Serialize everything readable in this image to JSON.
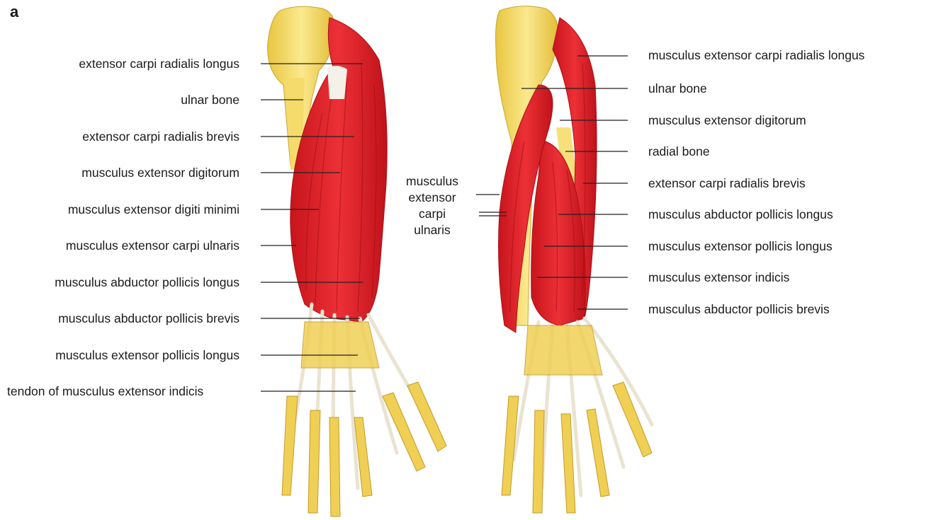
{
  "panel_letter": "a",
  "left_labels": [
    "extensor carpi radialis longus",
    "ulnar bone",
    "extensor carpi radialis brevis",
    "musculus extensor digitorum",
    "musculus extensor digiti minimi",
    "musculus extensor carpi ulnaris",
    "musculus abductor pollicis longus",
    "musculus abductor pollicis brevis",
    "musculus extensor pollicis longus",
    "tendon of musculus extensor indicis"
  ],
  "middle_label": [
    "musculus",
    "extensor",
    "carpi",
    "ulnaris"
  ],
  "right_labels": [
    "musculus extensor carpi radialis longus",
    "ulnar bone",
    "musculus extensor digitorum",
    "radial bone",
    "extensor carpi radialis brevis",
    "musculus abductor pollicis longus",
    "musculus extensor pollicis longus",
    "musculus extensor indicis",
    "musculus abductor pollicis brevis"
  ],
  "colors": {
    "muscle": "#e0242a",
    "muscle_dark": "#b5121a",
    "bone": "#f2d85a",
    "bone_light": "#fbeea6",
    "tendon": "#f4f1e8",
    "leader": "#222222"
  }
}
